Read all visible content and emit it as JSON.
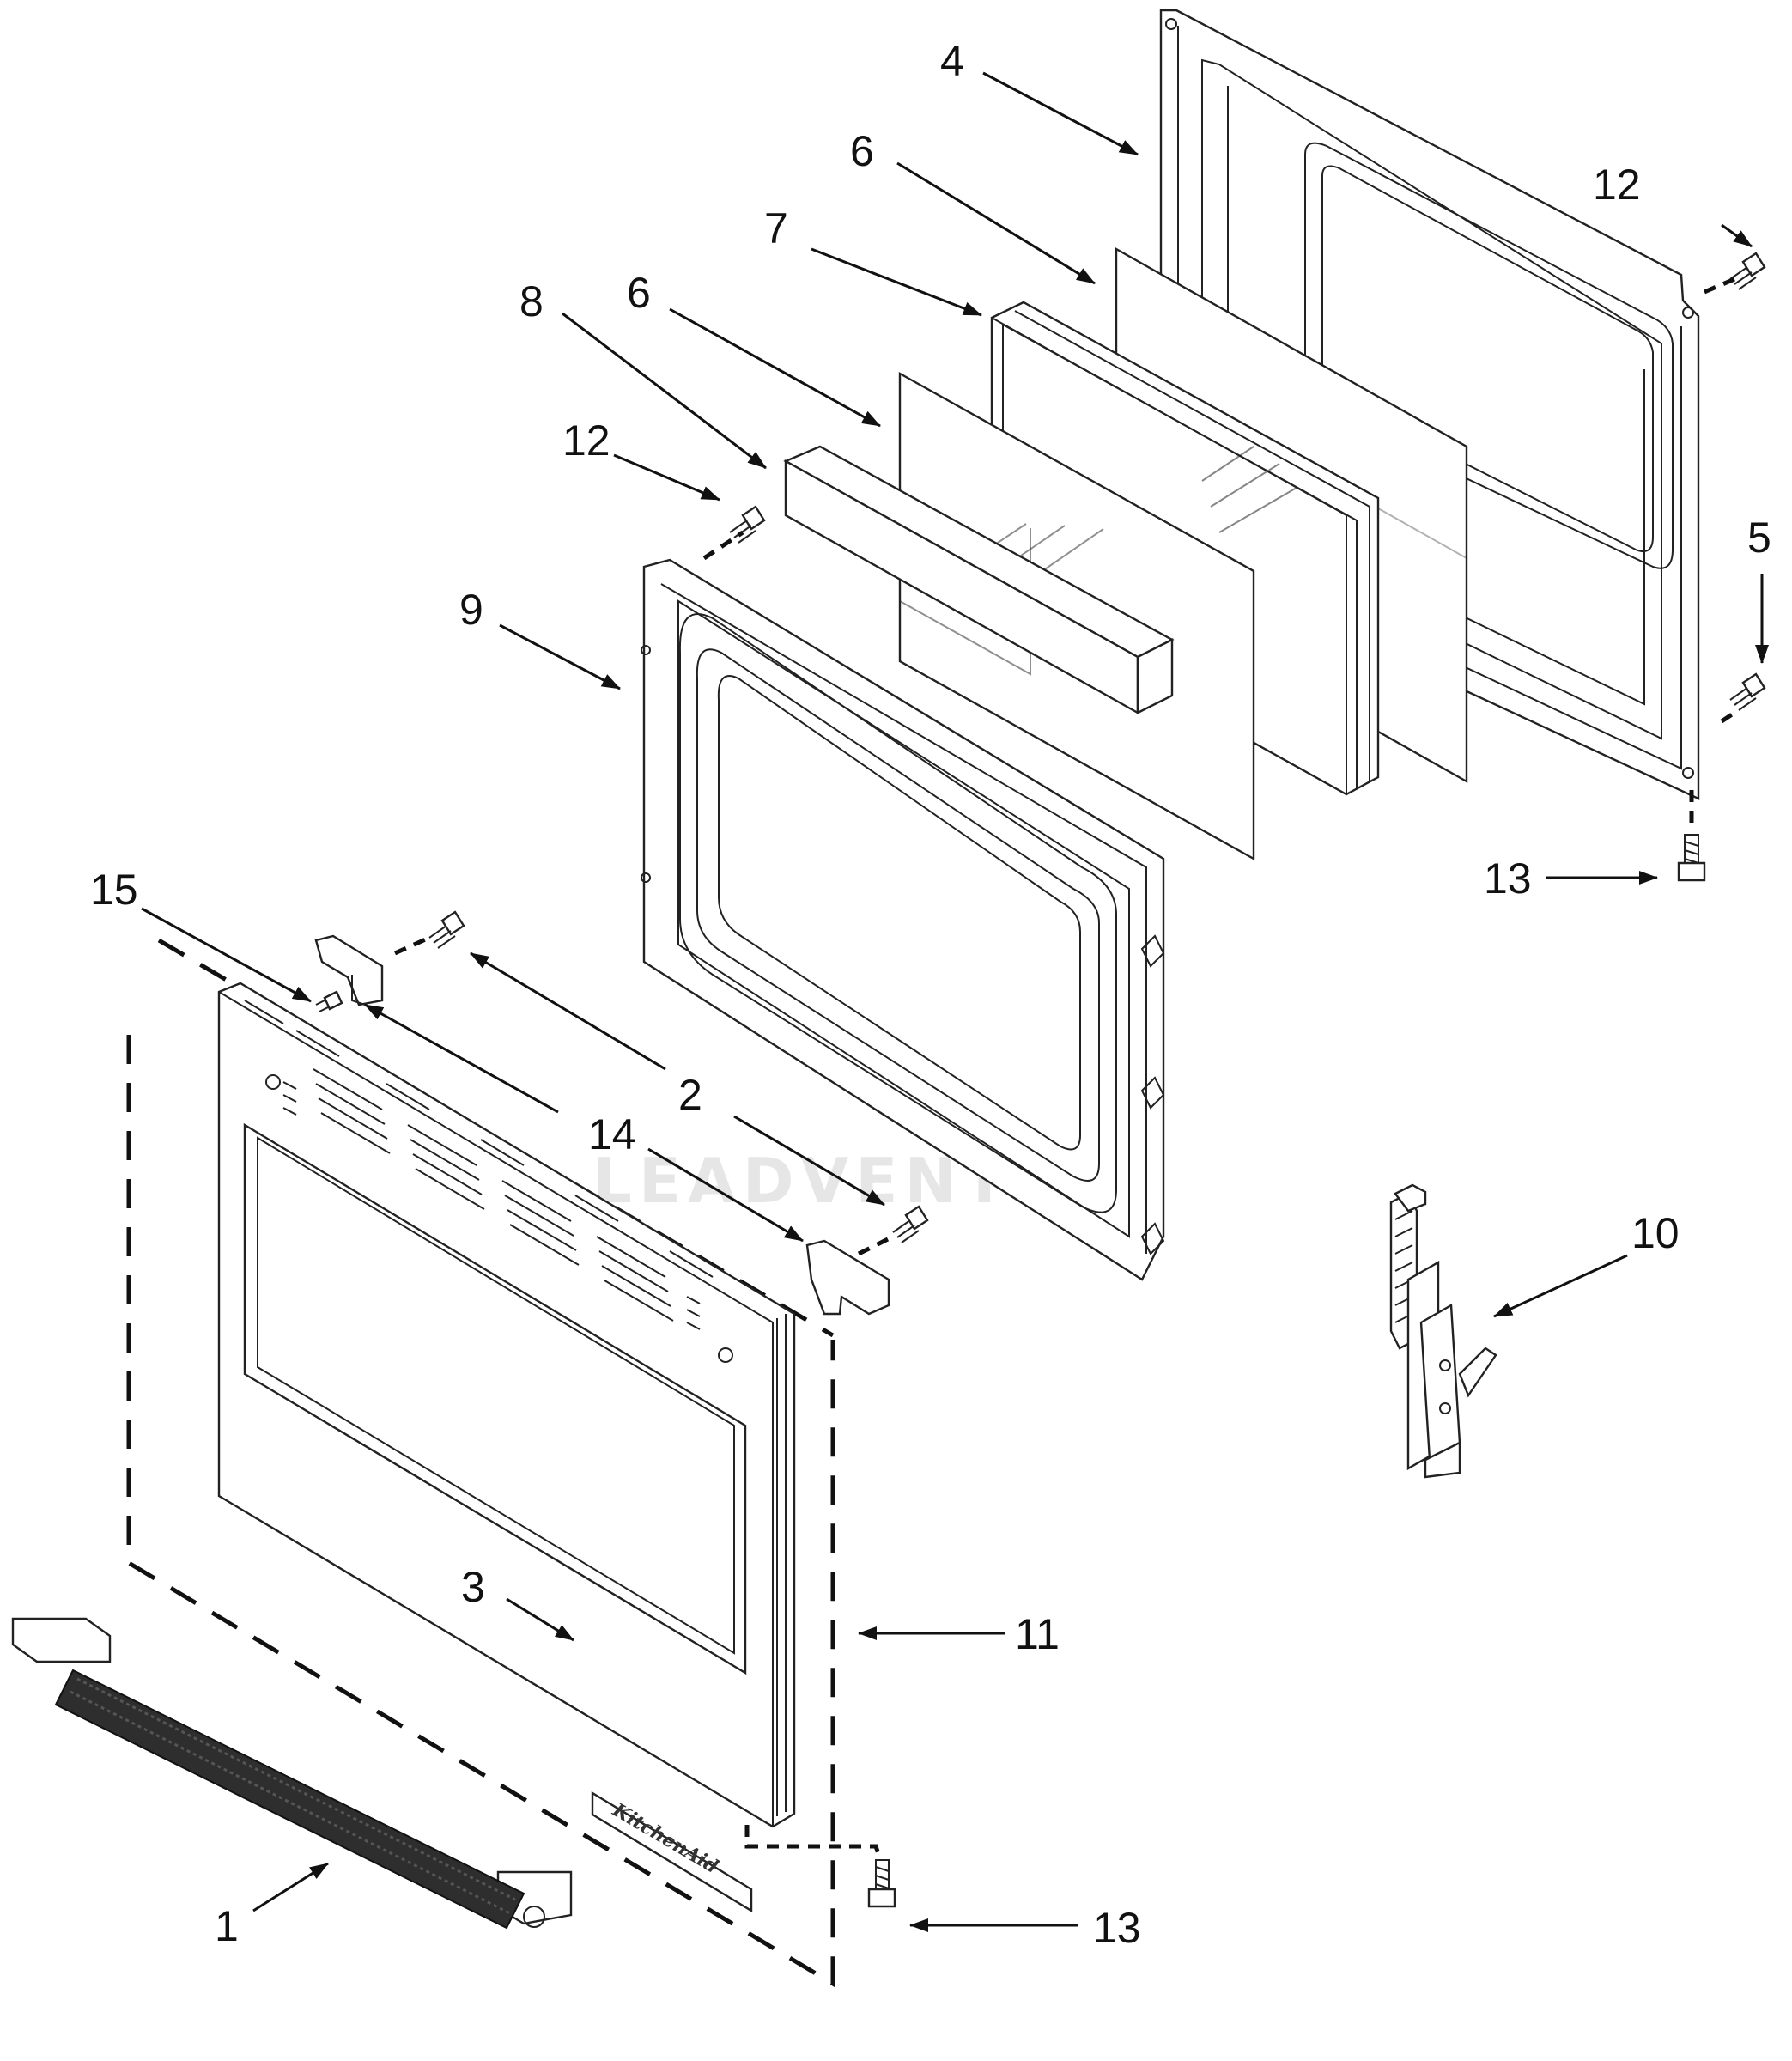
{
  "watermark": {
    "text": "LEADVENTURE"
  },
  "brand": {
    "text": "KitchenAid"
  },
  "callouts": {
    "c1": "1",
    "c2": "2",
    "c3": "3",
    "c4": "4",
    "c5": "5",
    "c6a": "6",
    "c6b": "6",
    "c7": "7",
    "c8": "8",
    "c9": "9",
    "c10": "10",
    "c11": "11",
    "c12a": "12",
    "c12b": "12",
    "c13a": "13",
    "c13b": "13",
    "c14": "14",
    "c15": "15"
  }
}
